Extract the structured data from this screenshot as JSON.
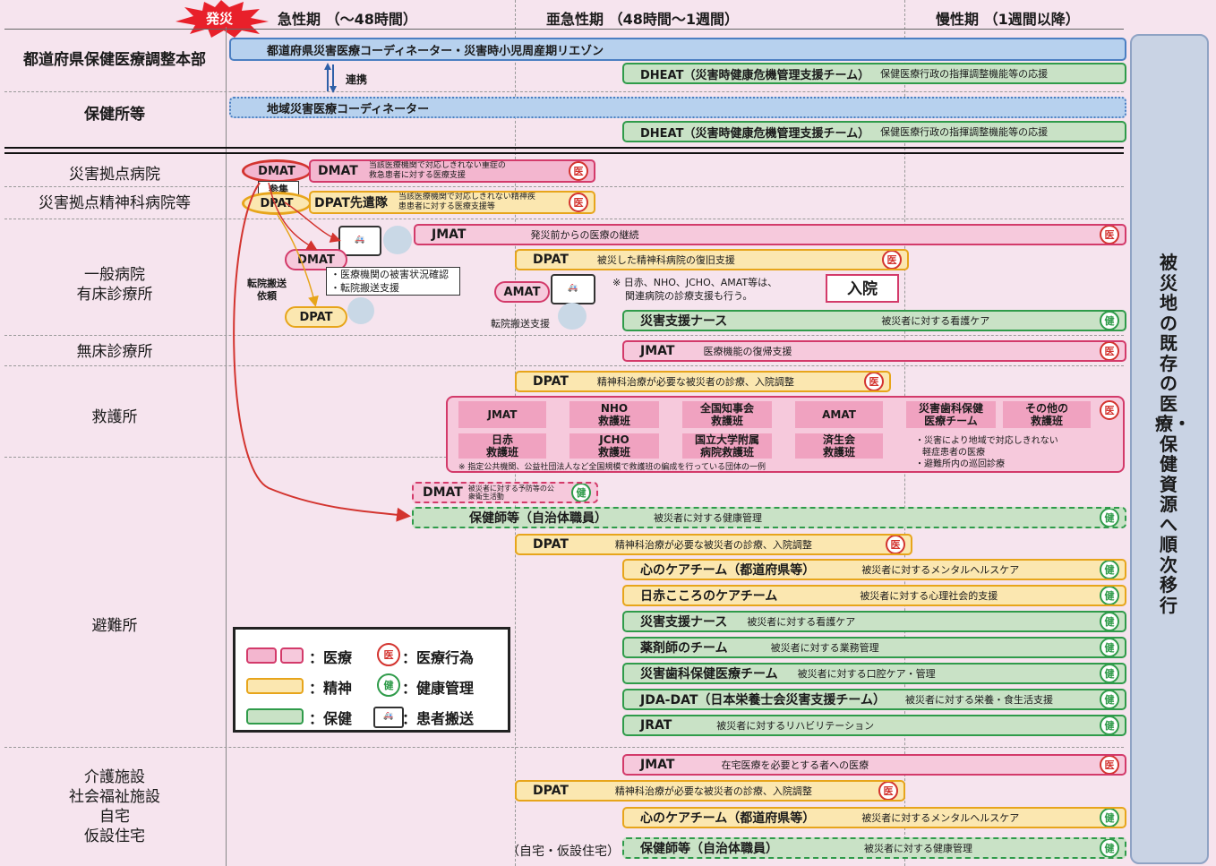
{
  "header": {
    "burst": "発災",
    "phase_acute": "急性期 （～48時間）",
    "phase_subacute": "亜急性期 （48時間～1週間）",
    "phase_chronic": "慢性期 （1週間以降）"
  },
  "rows": {
    "prefecture_hq": "都道府県保健医療調整本部",
    "health_center": "保健所等",
    "disaster_hospital": "災害拠点病院",
    "disaster_psy_hospital": "災害拠点精神科病院等",
    "general_hospital": [
      "一般病院",
      "有床診療所"
    ],
    "clinic_nobed": "無床診療所",
    "aid_station": "救護所",
    "shelter": "避難所",
    "care": [
      "介護施設",
      "社会福祉施設",
      "自宅",
      "仮設住宅"
    ]
  },
  "coord": {
    "pref_coordinator": "都道府県災害医療コーディネーター・災害時小児周産期リエゾン",
    "renkei": "連携",
    "local_coordinator": "地域災害医療コーディネーター",
    "dheat1_name": "DHEAT（災害時健康危機管理支援チーム）",
    "dheat1_desc": "保健医療行政の指揮調整機能等の応援",
    "dheat2_name": "DHEAT（災害時健康危機管理支援チーム）",
    "dheat2_desc": "保健医療行政の指揮調整機能等の応援"
  },
  "hospital": {
    "dmat_oval": "DMAT",
    "sanshu": "参集",
    "dpat_oval": "DPAT",
    "dmat_name": "DMAT",
    "dmat_desc": "当該医療機関で対応しきれない重症の救急患者に対する医療支援",
    "dpat_name": "DPAT先遣隊",
    "dpat_desc": "当該医療機関で対応しきれない精神疾患患者に対する医療支援等"
  },
  "general": {
    "jmat_name": "JMAT",
    "jmat_desc": "発災前からの医療の継続",
    "dpat_name": "DPAT",
    "dpat_desc": "被災した精神科病院の復旧支援",
    "dmat_cloud": "DMAT",
    "dmat_notes": [
      "・医療機関の被害状況確認",
      "・転院搬送支援"
    ],
    "tenin_label": "転院搬送依頼",
    "dpat_cloud": "DPAT",
    "amat_cloud": "AMAT",
    "note": [
      "※ 日赤、NHO、JCHO、AMAT等は、",
      "関連病院の診療支援も行う。"
    ],
    "nyuin": "入院",
    "transfer": "転院搬送支援",
    "nurse_name": "災害支援ナース",
    "nurse_desc": "被災者に対する看護ケア"
  },
  "clinic": {
    "jmat_name": "JMAT",
    "jmat_desc": "医療機能の復帰支援"
  },
  "aid": {
    "dpat_name": "DPAT",
    "dpat_desc": "精神科治療が必要な被災者の診療、入院調整",
    "cells_row1": [
      "JMAT",
      "NHO\n救護班",
      "全国知事会\n救護班",
      "AMAT",
      "災害歯科保健\n医療チーム",
      "その他の\n救護班"
    ],
    "cells_row2": [
      "日赤\n救護班",
      "JCHO\n救護班",
      "国立大学附属\n病院救護班",
      "済生会\n救護班"
    ],
    "notes": [
      "・災害により地域で対応しきれない",
      "軽症患者の医療",
      "・避難所内の巡回診療"
    ],
    "footnote": "※ 指定公共機関、公益社団法人など全国規模で救護班の編成を行っている団体の一例"
  },
  "shelter": {
    "dmat_name": "DMAT",
    "dmat_desc": "被災者に対する予防等の公衆衛生活動",
    "phn_name": "保健師等（自治体職員）",
    "phn_desc": "被災者に対する健康管理",
    "dpat_name": "DPAT",
    "dpat_desc": "精神科治療が必要な被災者の診療、入院調整",
    "teams": [
      {
        "name": "心のケアチーム（都道府県等）",
        "desc": "被災者に対するメンタルヘルスケア"
      },
      {
        "name": "日赤こころのケアチーム",
        "desc": "被災者に対する心理社会的支援"
      },
      {
        "name": "災害支援ナース",
        "desc": "被災者に対する看護ケア"
      },
      {
        "name": "薬剤師のチーム",
        "desc": "被災者に対する業務管理"
      },
      {
        "name": "災害歯科保健医療チーム",
        "desc": "被災者に対する口腔ケア・管理"
      },
      {
        "name": "JDA-DAT（日本栄養士会災害支援チーム）",
        "desc": "被災者に対する栄養・食生活支援"
      },
      {
        "name": "JRAT",
        "desc": "被災者に対するリハビリテーション"
      }
    ]
  },
  "care": {
    "jmat_name": "JMAT",
    "jmat_desc": "在宅医療を必要とする者への医療",
    "dpat_name": "DPAT",
    "dpat_desc": "精神科治療が必要な被災者の診療、入院調整",
    "kokoro_name": "心のケアチーム（都道府県等）",
    "kokoro_desc": "被災者に対するメンタルヘルスケア",
    "home_label": "（自宅・仮設住宅）",
    "phn_name": "保健師等（自治体職員）",
    "phn_desc": "被災者に対する健康管理"
  },
  "legend": {
    "medical": "：医療",
    "psych": "：精神",
    "health": "：保健",
    "i_label": "：医療行為",
    "k_label": "：健康管理",
    "transport": "：患者搬送"
  },
  "badges": {
    "i": "医",
    "k": "健"
  },
  "side_text": "被災地の既存の医療・保健資源へ順次移行",
  "colors": {
    "medical": "#d33a6a",
    "psych": "#e7a51b",
    "health": "#2f9b4a",
    "coordination": "#4b7fc2"
  }
}
